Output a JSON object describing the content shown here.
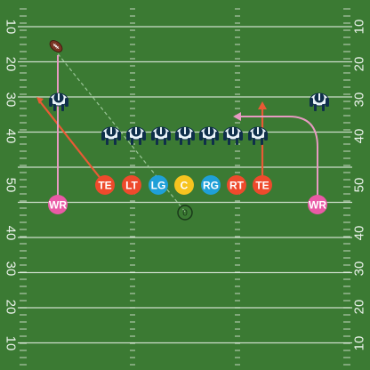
{
  "yard_labels_left": [
    "10",
    "20",
    "30",
    "40",
    "50",
    "40",
    "30",
    "20",
    "10"
  ],
  "yard_labels_right": [
    "10",
    "20",
    "30",
    "40",
    "50",
    "40",
    "30",
    "20",
    "10"
  ],
  "positions": {
    "te_left": "TE",
    "lt": "LT",
    "lg": "LG",
    "c": "C",
    "rg": "RG",
    "rt": "RT",
    "te_right": "TE",
    "wr_left": "WR",
    "wr_right": "WR",
    "qb": "0"
  },
  "colors": {
    "field": "#3b7a33",
    "tackle_end": "#ee4a2c",
    "guard": "#1fa0d8",
    "center": "#f7c41f",
    "receiver": "#ea5aa6",
    "route_red": "#e95a35",
    "route_pink": "#e79ac2",
    "helmet": "#0f2f4a",
    "jersey": "#e9f3f8"
  },
  "icons": {
    "football": "football-icon",
    "defender": "defender-icon"
  }
}
